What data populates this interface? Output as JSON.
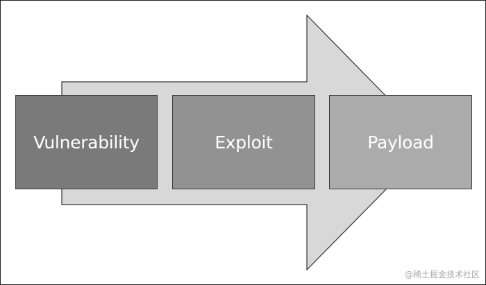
{
  "diagram": {
    "stages": [
      {
        "label": "Vulnerability",
        "fill": "#7a7a7a"
      },
      {
        "label": "Exploit",
        "fill": "#929292"
      },
      {
        "label": "Payload",
        "fill": "#ababab"
      }
    ],
    "arrow": {
      "fill": "#d8d8d8",
      "stroke": "#333333"
    }
  },
  "watermark": {
    "text": "@稀土掘金技术社区"
  }
}
